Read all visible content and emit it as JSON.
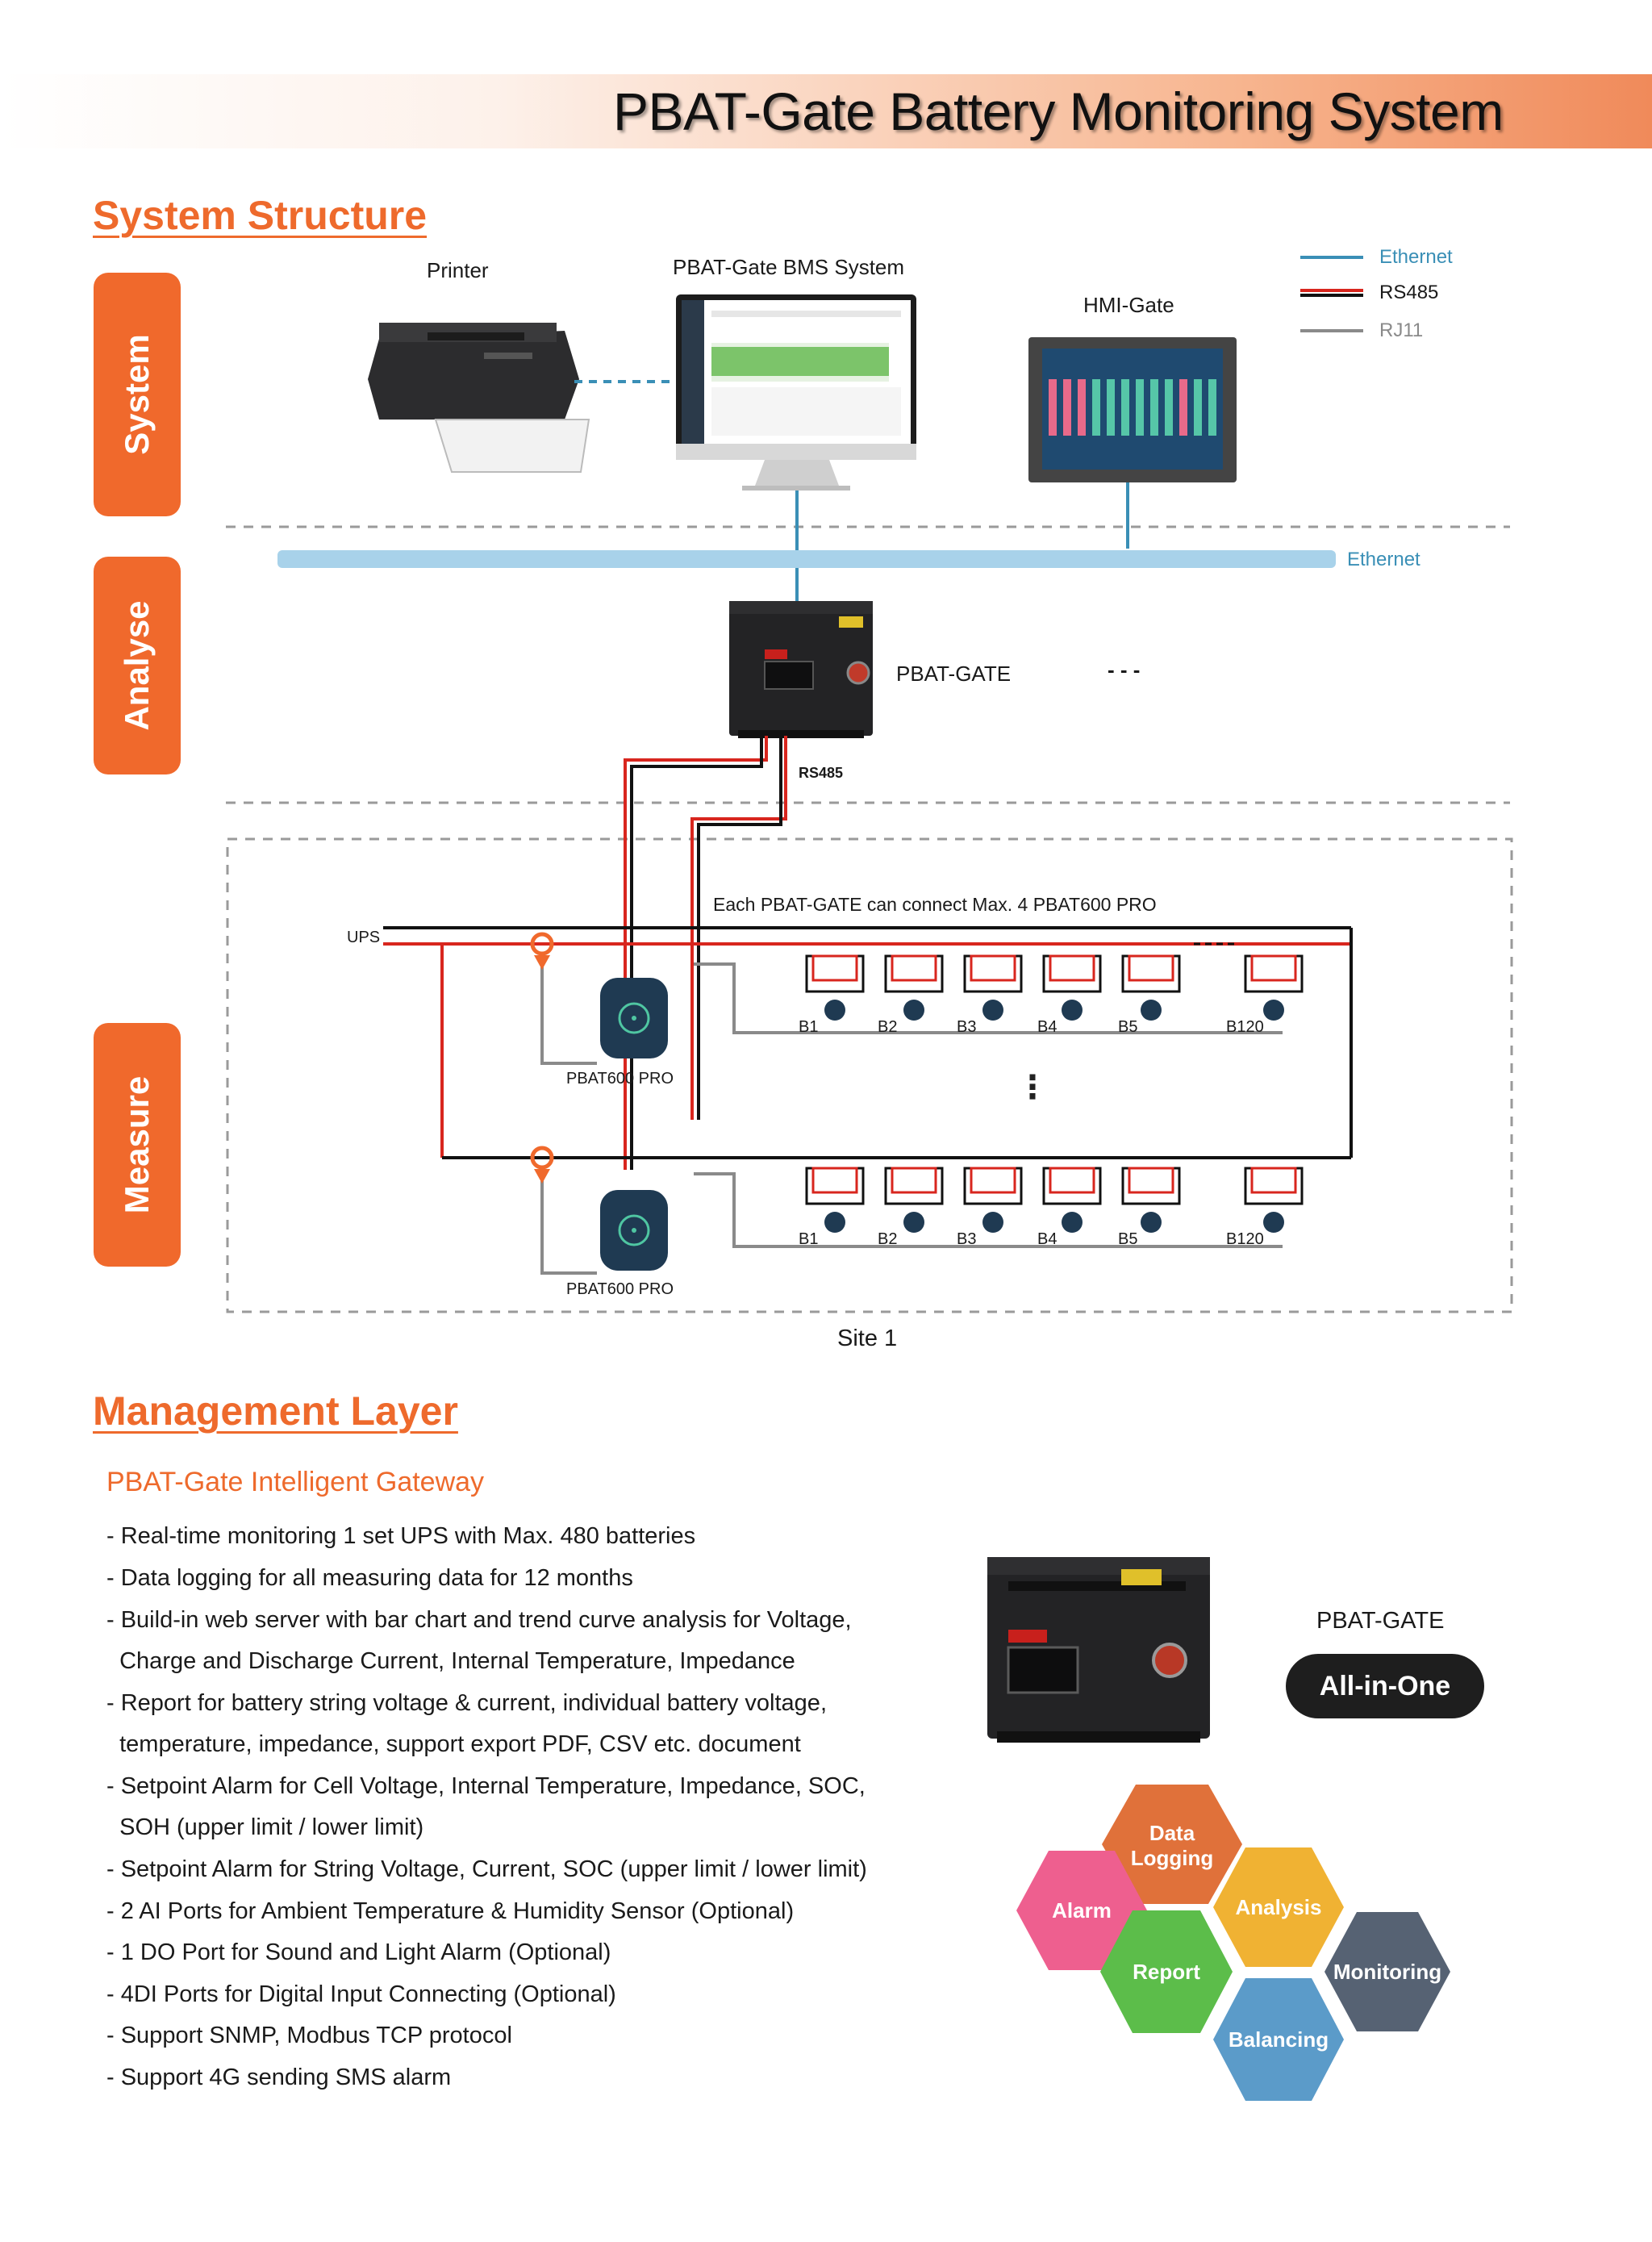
{
  "title": "PBAT-Gate Battery Monitoring System",
  "sections": {
    "structure": "System Structure",
    "management": "Management Layer"
  },
  "layers": [
    "System",
    "Analyse",
    "Measure"
  ],
  "legend": [
    {
      "label": "Ethernet",
      "color": "#3a8fb6"
    },
    {
      "label": "RS485",
      "color": "#d8261e"
    },
    {
      "label": "RJ11",
      "color": "#8a8a8a"
    }
  ],
  "diagram": {
    "printer": "Printer",
    "bms": "PBAT-Gate BMS System",
    "hmi": "HMI-Gate",
    "ethernet_bus": "Ethernet",
    "gate": "PBAT-GATE",
    "dashes": "- - -",
    "rs485": "RS485",
    "note": "Each PBAT-GATE can connect Max. 4 PBAT600 PRO",
    "ups": "UPS",
    "pro_label": "PBAT600 PRO",
    "batteries": [
      "B1",
      "B2",
      "B3",
      "B4",
      "B5",
      "B120"
    ],
    "vdots": "⋮",
    "site": "Site 1"
  },
  "management": {
    "subtitle": "PBAT-Gate Intelligent Gateway",
    "features": [
      "- Real-time monitoring 1 set UPS with Max. 480 batteries",
      "- Data logging for all measuring data for 12 months",
      "- Build-in web server with bar chart and trend curve analysis for Voltage,",
      "  Charge and Discharge Current, Internal Temperature, Impedance",
      "- Report for battery string voltage & current, individual battery voltage,",
      "  temperature, impedance, support export PDF, CSV etc. document",
      "- Setpoint Alarm for Cell Voltage, Internal Temperature, Impedance, SOC,",
      "  SOH (upper limit / lower limit)",
      "- Setpoint Alarm for String Voltage, Current, SOC (upper limit / lower limit)",
      "- 2 AI Ports for Ambient Temperature & Humidity Sensor (Optional)",
      "- 1 DO Port for Sound and Light Alarm (Optional)",
      "- 4DI Ports for Digital Input Connecting (Optional)",
      "- Support SNMP, Modbus TCP protocol",
      "- Support 4G sending SMS alarm"
    ],
    "device": "PBAT-GATE",
    "badge": "All-in-One",
    "hexagons": [
      {
        "label": "Data Logging",
        "color": "#e0713a"
      },
      {
        "label": "Alarm",
        "color": "#ee5f8f"
      },
      {
        "label": "Analysis",
        "color": "#f0b233"
      },
      {
        "label": "Report",
        "color": "#5cbd4a"
      },
      {
        "label": "Monitoring",
        "color": "#566273"
      },
      {
        "label": "Balancing",
        "color": "#5b9bc9"
      }
    ]
  }
}
